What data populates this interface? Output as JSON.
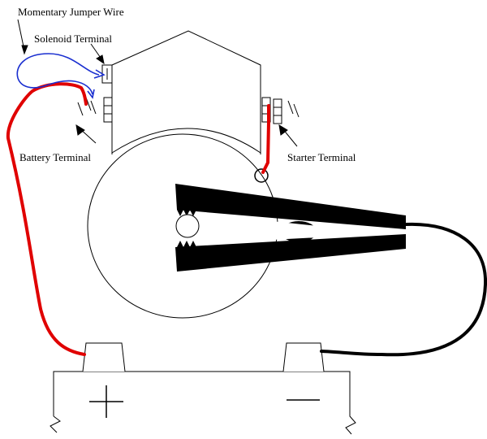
{
  "labels": {
    "momentary_jumper_wire": "Momentary Jumper Wire",
    "solenoid_terminal": "Solenoid Terminal",
    "battery_terminal": "Battery Terminal",
    "starter_terminal": "Starter Terminal"
  },
  "battery": {
    "positive_symbol": "+",
    "negative_symbol": "—"
  },
  "colors": {
    "positive_cable": "#e00000",
    "negative_cable": "#000000",
    "jumper_wire": "#1a2fd0",
    "outline": "#000000"
  }
}
